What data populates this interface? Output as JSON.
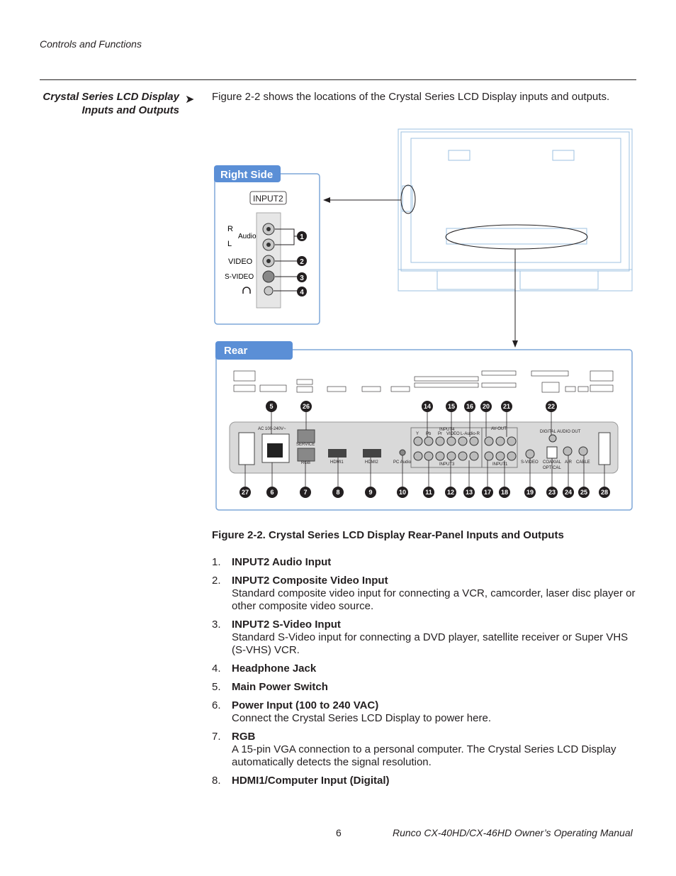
{
  "header": {
    "section": "Controls and Functions"
  },
  "sidebar_heading": {
    "line1": "Crystal Series LCD Display",
    "line2": "Inputs and Outputs",
    "marker": "➤"
  },
  "intro": "Figure 2-2 shows the locations of the Crystal Series LCD Display inputs and outputs.",
  "figure": {
    "right_side_panel": {
      "title": "Right Side",
      "input_label": "INPUT2",
      "labels": {
        "r": "R",
        "l": "L",
        "audio": "Audio",
        "video": "VIDEO",
        "svideo": "S-VIDEO"
      },
      "callouts": [
        "1",
        "2",
        "3",
        "4"
      ]
    },
    "rear_panel": {
      "title": "Rear",
      "top_row_callouts": [
        "5",
        "26",
        "14",
        "15",
        "16",
        "20",
        "21",
        "22"
      ],
      "bottom_row_callouts": [
        "27",
        "6",
        "7",
        "8",
        "9",
        "10",
        "11",
        "12",
        "13",
        "17",
        "18",
        "19",
        "23",
        "24",
        "25",
        "28"
      ],
      "labels": {
        "ac": "AC 100-240V~",
        "service": "SERVICE",
        "rgb": "RGB",
        "hdmi1": "HDMI1",
        "hdmi2": "HDMI2",
        "pc_audio": "PC Audio",
        "input4": "INPUT4",
        "input3": "INPUT3",
        "input1": "INPUT1",
        "y": "Y",
        "pb": "Pb",
        "pr": "Pr",
        "video": "VIDEO",
        "laudior": "L-Audio-R",
        "av_out": "AV-OUT",
        "digital_audio_out": "DIGITAL AUDIO OUT",
        "svideo": "S-VIDEO",
        "coaxial": "COAXIAL",
        "optical": "OPTICAL",
        "air": "AIR",
        "cable": "CABLE"
      }
    }
  },
  "caption": "Figure 2-2. Crystal Series LCD Display Rear-Panel Inputs and Outputs",
  "items": [
    {
      "num": "1.",
      "title": "INPUT2 Audio Input",
      "desc": ""
    },
    {
      "num": "2.",
      "title": "INPUT2 Composite Video Input",
      "desc": "Standard composite video input for connecting a VCR, camcorder, laser disc player or other composite video source."
    },
    {
      "num": "3.",
      "title": "INPUT2 S-Video Input",
      "desc": "Standard S-Video input for connecting a DVD player, satellite receiver or Super VHS (S-VHS) VCR."
    },
    {
      "num": "4.",
      "title": "Headphone Jack",
      "desc": ""
    },
    {
      "num": "5.",
      "title": "Main Power Switch",
      "desc": ""
    },
    {
      "num": "6.",
      "title": "Power Input (100 to 240 VAC)",
      "desc": "Connect the Crystal Series LCD Display to power here."
    },
    {
      "num": "7.",
      "title": "RGB",
      "desc": "A 15-pin VGA connection to a personal computer. The Crystal Series LCD Display automatically detects the signal resolution."
    },
    {
      "num": "8.",
      "title": "HDMI1/Computer Input (Digital)",
      "desc": ""
    }
  ],
  "footer": {
    "page": "6",
    "manual": "Runco CX-40HD/CX-46HD Owner’s Operating Manual"
  },
  "colors": {
    "accent_blue": "#5b8fd6",
    "panel_blue": "#7ea7d8",
    "tv_outline": "#9cc0e0"
  }
}
